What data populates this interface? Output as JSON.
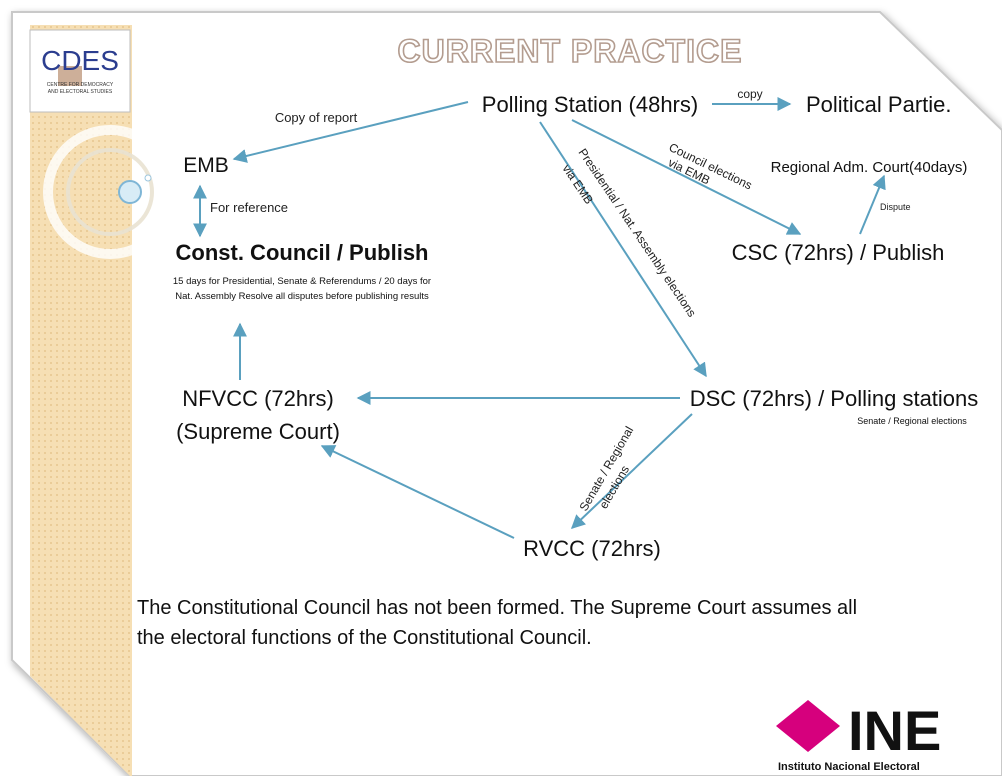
{
  "logo": {
    "text": "CDES",
    "caption": [
      "CENTRE FOR DEMOCRACY",
      "AND ELECTORAL STUDIES"
    ]
  },
  "title": "CURRENT PRACTICE",
  "nodes": {
    "polling_station": "Polling Station (48hrs)",
    "political_parties": "Political Partie.",
    "emb": "EMB",
    "regional_court": "Regional Adm. Court(40days)",
    "csc": "CSC (72hrs) / Publish",
    "const_council": "Const. Council / Publish",
    "const_council_note_1": "15 days for Presidential, Senate  & Referendums  / 20 days for",
    "const_council_note_2": "Nat. Assembly Resolve  all disputes before publishing results",
    "nfvcc_1": "NFVCC (72hrs)",
    "nfvcc_2": "(Supreme Court)",
    "dsc": "DSC (72hrs) / Polling stations",
    "dsc_note": "Senate / Regional elections",
    "rvcc": "RVCC (72hrs)"
  },
  "edge_labels": {
    "copy_of_report": "Copy of report",
    "copy": "copy",
    "for_reference": "For reference",
    "council_1": "Council elections",
    "council_2": "via EMB",
    "pres_1": "Presidential / Nat. Assembly elections",
    "pres_2": "via EMB",
    "dispute": "Dispute",
    "senate_1": "Senate / Regional",
    "senate_2": "elections"
  },
  "footer": [
    "The Constitutional Council has not been formed. The Supreme Court assumes all",
    "the electoral functions of the Constitutional Council."
  ],
  "ine": {
    "text": "INE",
    "subtitle": "Instituto Nacional Electoral",
    "color": "#d6007d"
  },
  "colors": {
    "arrow": "#5aa0bf",
    "title": "#c8b4a8",
    "panel": "#f5dcb0"
  }
}
